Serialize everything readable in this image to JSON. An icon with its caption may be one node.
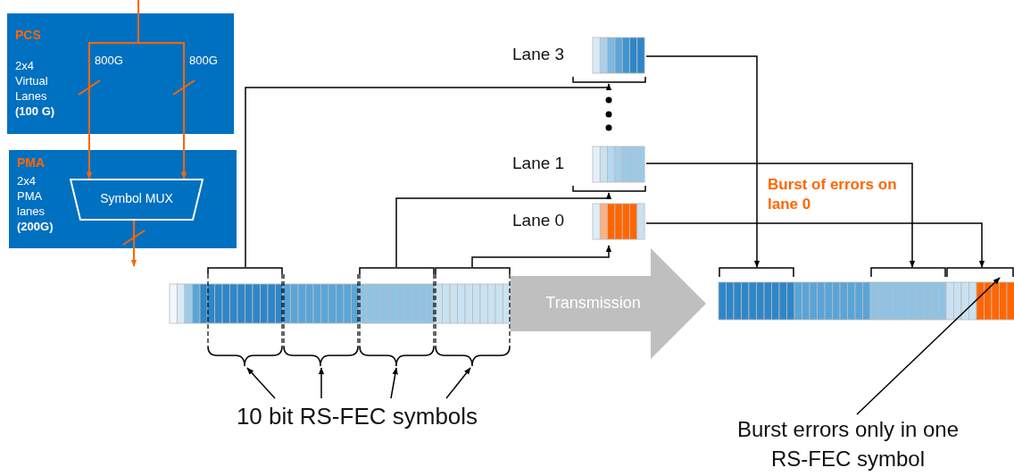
{
  "diagram": {
    "nodes": [
      {
        "text": [
          "PCS",
          "2x4 Virtual Lanes **(100 G)**"
        ]
      },
      {
        "text": [
          "PMA",
          "2x4 PMA lanes **(200G)**"
        ]
      },
      {
        "text": [
          "Symbol MUX"
        ],
        "in": 1
      },
      {
        "text": [],
        "shape": "bar",
        "beside": [
          "Lane 3"
        ]
      },
      {
        "text": [],
        "shape": "bar",
        "beside": [
          "Lane 1"
        ]
      },
      {
        "text": [],
        "shape": "bar",
        "beside": [
          "Lane 0"
        ]
      },
      {
        "text": [],
        "shape": "bar"
      },
      {
        "text": [],
        "shape": "bar"
      },
      {
        "text": [],
        "shape": "bar"
      },
      {
        "text": [],
        "shape": "bar"
      },
      {
        "text": [],
        "shape": "bar"
      },
      {
        "text": [],
        "shape": "bar"
      },
      {
        "text": [],
        "shape": "bar"
      },
      {
        "text": [],
        "shape": "bar"
      },
      {
        "text": [],
        "shape": "bar"
      },
      {
        "text": [
          "10 bit RS-FEC symbols"
        ]
      },
      {
        "text": [
          "Burst errors only in one RS-FEC symbol"
        ]
      }
    ],
    "edges": [
      {
        "from": null,
        "to": 2,
        "arrow": "to",
        "color": "#ff6600"
      },
      {
        "from": null,
        "to": 2,
        "arrow": "to",
        "color": "#ff6600"
      },
      {
        "from": 2,
        "to": null,
        "arrow": "to",
        "color": "#ff6600"
      },
      {
        "from": 7,
        "to": 3,
        "arrow": "to"
      },
      {
        "from": 9,
        "to": 4,
        "arrow": "to"
      },
      {
        "from": 10,
        "to": 5,
        "arrow": "to"
      },
      {
        "from": 6,
        "to": 11,
        "arrow": "to",
        "label": "Transmission",
        "style": "thick",
        "color": "#bfbfbf"
      },
      {
        "from": 3,
        "to": 12,
        "arrow": "to"
      },
      {
        "from": 4,
        "to": 13,
        "arrow": "to"
      },
      {
        "from": 5,
        "to": 14,
        "arrow": "to"
      },
      {
        "from": 15,
        "to": 7,
        "arrow": "to"
      },
      {
        "from": 15,
        "to": 8,
        "arrow": "to"
      },
      {
        "from": 15,
        "to": 9,
        "arrow": "to"
      },
      {
        "from": 15,
        "to": 10,
        "arrow": "to"
      },
      {
        "from": 16,
        "to": 14,
        "arrow": "to"
      }
    ],
    "labels": [
      "800G",
      "800G",
      "Burst of errors on lane 0"
    ]
  }
}
